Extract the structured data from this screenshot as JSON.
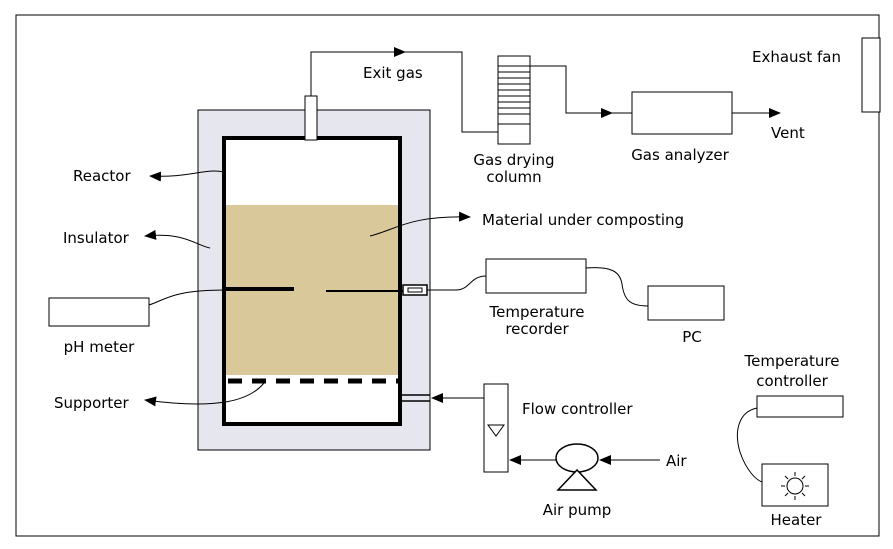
{
  "labels": {
    "exit_gas": "Exit gas",
    "exhaust_fan": "Exhaust fan",
    "gas_drying_column_line1": "Gas drying",
    "gas_drying_column_line2": "column",
    "gas_analyzer": "Gas analyzer",
    "vent": "Vent",
    "reactor": "Reactor",
    "insulator": "Insulator",
    "material": "Material under composting",
    "temperature_recorder_line1": "Temperature",
    "temperature_recorder_line2": "recorder",
    "pc": "PC",
    "ph_meter": "pH meter",
    "supporter": "Supporter",
    "flow_controller": "Flow controller",
    "temperature_controller_line1": "Temperature",
    "temperature_controller_line2": "controller",
    "air": "Air",
    "air_pump": "Air pump",
    "heater": "Heater"
  },
  "colors": {
    "insulator_fill": "#e6e6ee",
    "compost_fill": "#d9c89a",
    "line": "#000000"
  }
}
